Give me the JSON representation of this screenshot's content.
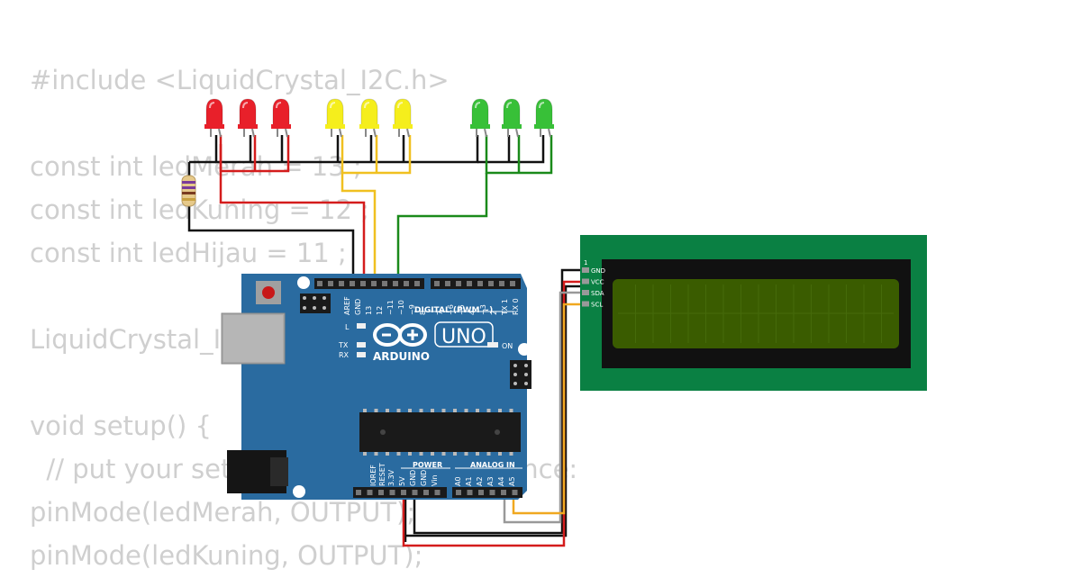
{
  "code_lines": [
    "#include <LiquidCrystal_I2C.h>",
    "",
    "const int ledMerah = 13 ;",
    "const int ledKuning = 12 ;",
    "const int ledHijau = 11 ;",
    "",
    "LiquidCrystal_I2C lcd(0x27, 16, 2);",
    "",
    "void setup() {",
    "  // put your setup code here, to run once:",
    "pinMode(ledMerah, OUTPUT);",
    "pinMode(ledKuning, OUTPUT);"
  ],
  "board": {
    "brand": "ARDUINO",
    "model": "UNO",
    "digital_header_label": "DIGITAL (PWM ~)",
    "power_label": "POWER",
    "analog_label": "ANALOG IN",
    "led_l": "L",
    "led_tx": "TX",
    "led_rx": "RX",
    "led_on": "ON",
    "digital_pins": [
      "AREF",
      "GND",
      "13",
      "12",
      "~11",
      "~10",
      "~9",
      "8",
      "7",
      "~6",
      "~5",
      "4",
      "~3",
      "2",
      "TX 1",
      "RX 0"
    ],
    "power_pins": [
      "IOREF",
      "RESET",
      "3.3V",
      "5V",
      "GND",
      "GND",
      "Vin"
    ],
    "analog_pins": [
      "A0",
      "A1",
      "A2",
      "A3",
      "A4",
      "A5"
    ]
  },
  "lcd": {
    "pin1": "1",
    "pins": [
      "GND",
      "VCC",
      "SDA",
      "SCL"
    ],
    "pcb_color": "#0a8043",
    "screen_color": "#3a5c00"
  },
  "leds": {
    "red_color": "#e8202a",
    "yellow_color": "#f5ee1c",
    "green_color": "#38c038",
    "count_per_color": 3
  },
  "colors": {
    "board_blue": "#2a6ba0",
    "wire_red": "#d41c1c",
    "wire_yellow": "#f0c020",
    "wire_green": "#1a8a1a",
    "wire_black": "#111111",
    "wire_orange": "#f0a820",
    "wire_gray": "#999999"
  }
}
